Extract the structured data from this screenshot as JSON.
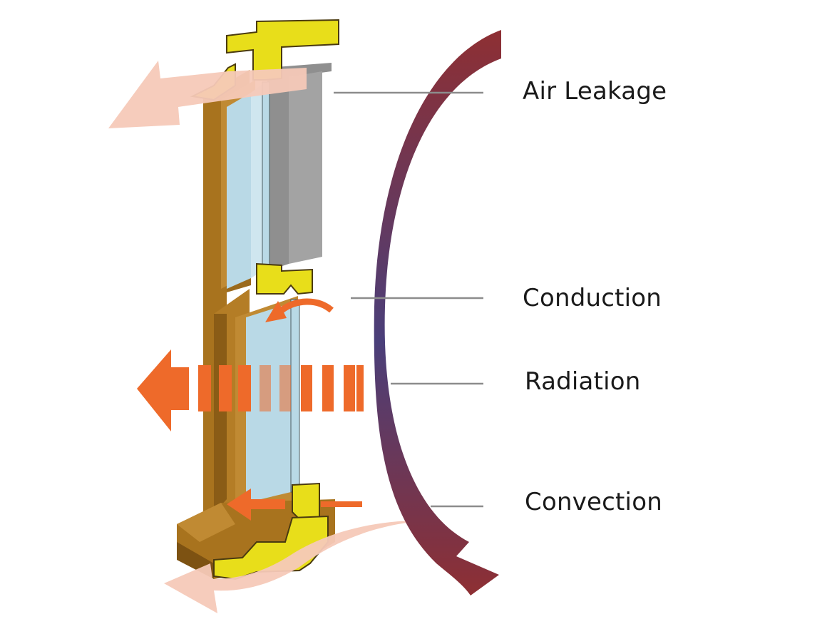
{
  "diagram": {
    "labels": {
      "air_leakage": "Air Leakage",
      "conduction": "Conduction",
      "radiation": "Radiation",
      "convection": "Convection"
    },
    "colors": {
      "wood_frame": "#a8731e",
      "wood_dark": "#7d5212",
      "cut_section": "#e8de1a",
      "glass": "#b9d9e6",
      "shadow": "#8f8f8f",
      "air_leak_arrow": "#f6c9b8",
      "heat_arrow": "#ee6a2a",
      "convection_loop": "#8e2f33",
      "leader_line": "#8c8c8c"
    }
  }
}
